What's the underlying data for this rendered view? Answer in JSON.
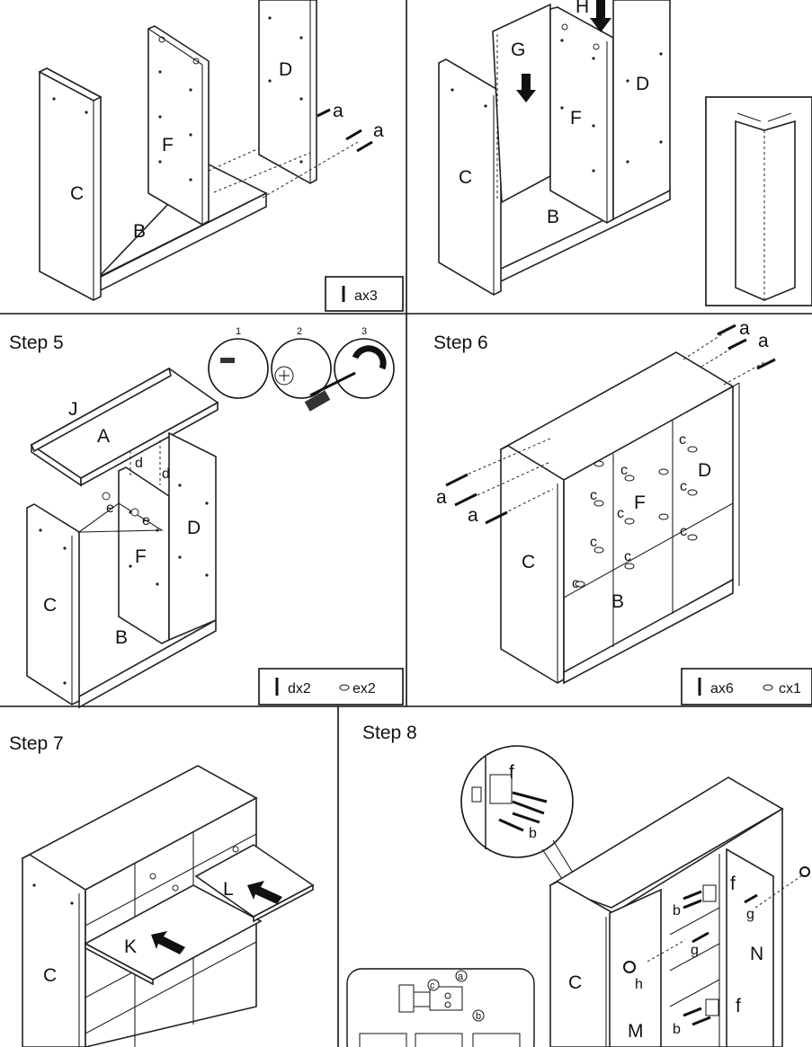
{
  "steps": {
    "step5": "Step 5",
    "step6": "Step 6",
    "step7": "Step 7",
    "step8": "Step 8"
  },
  "step3": {
    "labels": {
      "C": "C",
      "B": "B",
      "F": "F",
      "D": "D",
      "a1": "a",
      "a2": "a"
    },
    "parts_box": {
      "item1": "ax3"
    }
  },
  "step4": {
    "labels": {
      "G": "G",
      "H": "H",
      "C": "C",
      "F": "F",
      "D": "D",
      "B": "B"
    }
  },
  "step5": {
    "labels": {
      "J": "J",
      "A": "A",
      "C": "C",
      "F": "F",
      "D": "D",
      "B": "B",
      "d1": "d",
      "d2": "d",
      "e1": "e",
      "e2": "e"
    },
    "sub_steps": [
      "1",
      "2",
      "3"
    ],
    "parts_box": {
      "item1": "dx2",
      "item2": "ex2"
    }
  },
  "step6": {
    "labels": {
      "C": "C",
      "F": "F",
      "D": "D",
      "B": "B",
      "a1": "a",
      "a2": "a",
      "a3": "a",
      "a4": "a",
      "c": "c"
    },
    "parts_box": {
      "item1": "ax6",
      "item2": "cx1"
    }
  },
  "step7": {
    "labels": {
      "C": "C",
      "K": "K",
      "L": "L"
    }
  },
  "step8": {
    "labels": {
      "f1": "f",
      "f2": "f",
      "f3": "f",
      "b1": "b",
      "b2": "b",
      "b3": "b",
      "g1": "g",
      "g2": "g",
      "h": "h",
      "C": "C",
      "M": "M",
      "N": "N",
      "ca": "a",
      "cb": "b",
      "cc": "c"
    }
  }
}
